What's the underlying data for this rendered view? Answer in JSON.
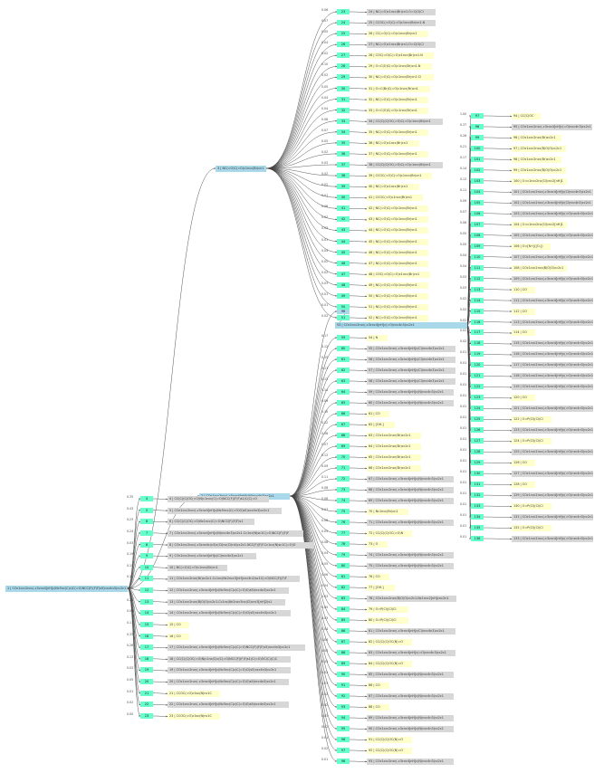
{
  "root_label": "1 | COc1ccc2ncc(-c3cnc4[nH]c(Nc5nc(C)c(C(=O)NCC(F)(F)F)s5)ncc4n3)cc2c1",
  "hub_top_label": "3 | NC(=O)C(=O)c1ncc(Br)cn1",
  "hub_mid_label": "2 | COc1ccc2ncc(-c3cnc4[nH]c(N)ncc4n3)cc2c1",
  "hub_right_label": "53 | COc1ccc2ncc(-c3cnc4[nH]c(=O)ncc4n3)cc2c1",
  "node_96_label": "96",
  "branches": {
    "root": [
      {
        "rxn": "4",
        "mol": "4 | CC(C)(C)OC(=O)N(c1ncc(C(=O)NCC(F)(F)F)s1)C(C)=O",
        "prob": "0.35"
      },
      {
        "rxn": "5",
        "mol": "5 | COc1ccc2ncc(-c3cnc4[nH]c(Nc5ncc(C(=O)O)s5)ncc4n3)cc2c1",
        "prob": "0.43"
      },
      {
        "rxn": "6",
        "mol": "6 | CC(C)(C)OC(=O)Nc1ncc(C(=O)NCC(F)(F)F)s1",
        "prob": "0.23"
      },
      {
        "rxn": "7",
        "mol": "7 | COc1ccc2ncc(-c3cnc4[nH]c(N)ncc4n3)cc2c1.Cc1nc(N)sc1C(=O)NCC(F)(F)F",
        "prob": "0.24"
      },
      {
        "rxn": "8",
        "mol": "8 | COc1ccc2ncc(-c3cnc4c(n3)c(Cl)nc(Cl)n4)cc2c1.NCC(F)(F)F.Cc1nc(N)sc1C(=O)O",
        "prob": "0.03"
      },
      {
        "rxn": "9",
        "mol": "9 | COc1ccc2ncc(-c3cnc4[nH]c(Cl)ncc4n3)cc2c1",
        "prob": "0.19"
      },
      {
        "rxn": "10",
        "mol": "10 | NC(=O)C(=O)c1ncc(Br)cn1",
        "prob": "0.15"
      },
      {
        "rxn": "11",
        "mol": "11 | COc1ccc2ncc(Br)cc2c1.Cc1nc(Nc2ncc3[nH]cnc3n2)sc1C(=O)NCC(F)(F)F",
        "prob": "0.11"
      },
      {
        "rxn": "12",
        "mol": "12 | COc1ccc2ncc(-c3cnc4[nH]c(Nc5nc(C)c(C(=O)O)s5)ncc4n3)cc2c1",
        "prob": "0.22"
      },
      {
        "rxn": "13",
        "mol": "13 | COc1ccc2ncc(B(O)O)cc2c1.Cc1nc(Nc2ncc3nc(Cl)cnc3[nH]2)s1",
        "prob": "0.24"
      },
      {
        "rxn": "14",
        "mol": "14 | COc1ccc2ncc(-c3cnc4[nH]c(Nc5nc(C)c(C(=O)Cl)s5)ncc4n3)cc2c1",
        "prob": "0.09"
      },
      {
        "rxn": "15",
        "mol": "15 | CO",
        "prob": "0.11"
      },
      {
        "rxn": "16",
        "mol": "16 | CO",
        "prob": "0.33"
      },
      {
        "rxn": "17",
        "mol": "17 | COc1ccc2ncc(-c3cnc4[nH]c(Nc5nc(C)c(C(=O)NCC(F)(F)F)s5)ncc4n3)cc2c1",
        "prob": "0.26"
      },
      {
        "rxn": "18",
        "mol": "18 | CC(C)(C)OC(=O)N(c1nc(C)c(C(=O)NCC(F)(F)F)s1)C(=O)OC(C)(C)C",
        "prob": "0.13"
      },
      {
        "rxn": "19",
        "mol": "19 | COc1ccc2ncc(-c3cnc4[nH]c(Nc5nc(C)c(C(=O)Cl)s5)ncc4n3)cc2c1",
        "prob": "0.03"
      },
      {
        "rxn": "20",
        "mol": "20 | COc1ccc2ncc(-c3cnc4[nH]c(Nc5nc(C)c(C(=O)O)s5)ncc4n3)cc2c1",
        "prob": "0.05"
      },
      {
        "rxn": "21",
        "mol": "21 | CCOC(=O)c1sc(N)nc1C",
        "prob": "0.01"
      },
      {
        "rxn": "22",
        "mol": "22 | COc1ccc2ncc(-c3cnc4[nH]c(Nc5nc(C)c(C(=O)O)s5)ncc4n3)cc2c1",
        "prob": "0.02"
      },
      {
        "rxn": "23",
        "mol": "23 | CCOC(=O)c1sc(N)nc1C",
        "prob": "0.00"
      }
    ],
    "top": [
      {
        "rxn": "23",
        "mol": "24 | NC(=O)c1ncc(Br)cn1.O=C(O)Cl",
        "prob": "0.06"
      },
      {
        "rxn": "24",
        "mol": "25 | CCOC(=O)C(=O)c1ncc(Br)cn1.N",
        "prob": "0.07"
      },
      {
        "rxn": "25",
        "mol": "26 | CC(=O)C(=O)c1ncc(Br)cn1",
        "prob": "0.05"
      },
      {
        "rxn": "26",
        "mol": "27 | NC(=O)c1ncc(Br)cn1.O=C(O)Cl",
        "prob": "0.04"
      },
      {
        "rxn": "27",
        "mol": "28 | COC(=O)C(=O)c1ncc(Br)cn1.N",
        "prob": "0.02"
      },
      {
        "rxn": "28",
        "mol": "29 | O=C(O)C(=O)c1ncc(Br)cn1.N",
        "prob": "0.10"
      },
      {
        "rxn": "29",
        "mol": "30 | NC(=O)C(=O)c1ncc(Br)cn1.Cl",
        "prob": "0.02"
      },
      {
        "rxn": "30",
        "mol": "31 | O=C(Br)C(=O)c1ncc(Br)cn1",
        "prob": "0.05"
      },
      {
        "rxn": "31",
        "mol": "32 | NC(=O)C(=O)c1ncc(Br)cn1",
        "prob": "0.04"
      },
      {
        "rxn": "32",
        "mol": "33 | O=C(O)C(=O)c1ncc(Br)cn1",
        "prob": "0.04"
      },
      {
        "rxn": "33",
        "mol": "34 | CC(C)(C)OC(=O)C(=O)c1ncc(Br)cn1",
        "prob": "0.08"
      },
      {
        "rxn": "34",
        "mol": "35 | NC(=O)C(=O)c1ncc(Br)cn1",
        "prob": "0.07"
      },
      {
        "rxn": "35",
        "mol": "36 | NC(=O)c1ncc(Br)cn1",
        "prob": "0.05"
      },
      {
        "rxn": "36",
        "mol": "37 | NC(=O)C(=O)c1ncc(Br)cn1",
        "prob": "0.02"
      },
      {
        "rxn": "37",
        "mol": "38 | CC(C)(C)OC(=O)C(=O)c1ncc(Br)cn1",
        "prob": "0.03"
      },
      {
        "rxn": "38",
        "mol": "39 | CCOC(=O)C(=O)c1ncc(Br)cn1",
        "prob": "0.02"
      },
      {
        "rxn": "39",
        "mol": "40 | NC(=O)c1ncc(Br)cn1",
        "prob": "0.02"
      },
      {
        "rxn": "40",
        "mol": "41 | CCOC(=O)c1ncc(Br)cn1",
        "prob": "0.01"
      },
      {
        "rxn": "41",
        "mol": "42 | NC(=O)C(=O)c1ncc(Br)cn1",
        "prob": "0.06"
      },
      {
        "rxn": "42",
        "mol": "43 | NC(=O)C(=O)c1ncc(Br)cn1",
        "prob": "0.02"
      },
      {
        "rxn": "43",
        "mol": "44 | NC(=O)C(=O)c1ncc(Br)cn1",
        "prob": "0.03"
      },
      {
        "rxn": "44",
        "mol": "45 | NC(=O)C(=O)c1ncc(Br)cn1",
        "prob": "0.01"
      },
      {
        "rxn": "45",
        "mol": "46 | NC(=O)C(=O)c1ncc(Br)cn1",
        "prob": "0.04"
      },
      {
        "rxn": "46",
        "mol": "47 | NC(=O)C(=O)c1ncc(Br)cn1",
        "prob": "0.02"
      },
      {
        "rxn": "47",
        "mol": "48 | COC(=O)C(=O)c1ncc(Br)cn1",
        "prob": "0.02"
      },
      {
        "rxn": "48",
        "mol": "49 | NC(=O)C(=O)c1ncc(Br)cn1",
        "prob": "0.03"
      },
      {
        "rxn": "49",
        "mol": "50 | NC(=O)C(=O)c1ncc(Br)cn1",
        "prob": "0.01"
      },
      {
        "rxn": "50",
        "mol": "51 | NC(=O)C(=O)c1ncc(Br)cn1",
        "prob": "0.01"
      },
      {
        "rxn": "51",
        "mol": "52 | NC(=O)C(=O)c1ncc(Br)cn1",
        "prob": "0.02"
      }
    ],
    "mid": [
      {
        "rxn": "59",
        "mol": "54 | N",
        "prob": "0.17"
      },
      {
        "rxn": "60",
        "mol": "55 | COc1ccc2ncc(-c3cnc4[nH]c(Cl)ncc4n3)cc2c1",
        "prob": "0.12"
      },
      {
        "rxn": "61",
        "mol": "56 | COc1ccc2ncc(-c3cnc4[nH]c(Cl)ncc4n3)cc2c1",
        "prob": "0.15"
      },
      {
        "rxn": "62",
        "mol": "57 | COc1ccc2ncc(-c3cnc4[nH]c(Cl)ncc4n3)cc2c1",
        "prob": "0.11"
      },
      {
        "rxn": "63",
        "mol": "58 | COc1ccc2ncc(-c3cnc4[nH]c(Cl)ncc4n3)cc2c1",
        "prob": "0.13"
      },
      {
        "rxn": "64",
        "mol": "59 | COc1ccc2ncc(-c3cnc4[nH]c(N)ncc4n3)cc2c1",
        "prob": "0.14"
      },
      {
        "rxn": "65",
        "mol": "60 | COc1ccc2ncc(-c3cnc4[nH]c(N)ncc4n3)cc2c1",
        "prob": "0.09"
      },
      {
        "rxn": "66",
        "mol": "61 | CO",
        "prob": "0.10"
      },
      {
        "rxn": "67",
        "mol": "62 | [OH-]",
        "prob": "0.12"
      },
      {
        "rxn": "68",
        "mol": "63 | COc1ccc2ncc(Br)cc2c1",
        "prob": "0.08"
      },
      {
        "rxn": "69",
        "mol": "64 | COc1ccc2ncc(Br)cc2c1",
        "prob": "0.07"
      },
      {
        "rxn": "70",
        "mol": "65 | COc1ccc2ncc(Br)cc2c1",
        "prob": "0.12"
      },
      {
        "rxn": "71",
        "mol": "66 | COc1ccc2ncc(Br)cc2c1",
        "prob": "0.09"
      },
      {
        "rxn": "72",
        "mol": "67 | COc1ccc2ncc(-c3cnc4[nH]c(N)ncc4n3)cc2c1",
        "prob": "0.11"
      },
      {
        "rxn": "73",
        "mol": "68 | COc1ccc2ncc(-c3cnc4[nH]c(N)ncc4n3)cc2c1",
        "prob": "0.08"
      },
      {
        "rxn": "74",
        "mol": "69 | COc1ccc2ncc(-c3cnc4[nH]c(N)ncc4n3)cc2c1",
        "prob": "0.06"
      },
      {
        "rxn": "75",
        "mol": "70 | Nc1ncc(Br)cn1",
        "prob": "0.07"
      },
      {
        "rxn": "76",
        "mol": "71 | COc1ccc2ncc(-c3cnc4[nH]c(N)ncc4n3)cc2c1",
        "prob": "0.06"
      },
      {
        "rxn": "77",
        "mol": "72 | CC(C)(C)OC(=O)N",
        "prob": "0.05"
      },
      {
        "rxn": "78",
        "mol": "73 | O",
        "prob": "0.08"
      },
      {
        "rxn": "79",
        "mol": "74 | COc1ccc2ncc(-c3cnc4[nH]c(N)ncc4n3)cc2c1",
        "prob": "0.04"
      },
      {
        "rxn": "80",
        "mol": "75 | COc1ccc2ncc(-c3cnc4[nH]c(N)ncc4n3)cc2c1",
        "prob": "0.05"
      },
      {
        "rxn": "81",
        "mol": "76 | CO",
        "prob": "0.06"
      },
      {
        "rxn": "82",
        "mol": "77 | [OH-]",
        "prob": "0.04"
      },
      {
        "rxn": "83",
        "mol": "78 | COc1ccc2ncc(B(O)O)cc2c1.Nc1ncc2[nH]cnc2n1",
        "prob": "0.03"
      },
      {
        "rxn": "84",
        "mol": "79 | O=P(Cl)(Cl)Cl",
        "prob": "0.05"
      },
      {
        "rxn": "85",
        "mol": "80 | O=P(Cl)(Cl)Cl",
        "prob": "0.03"
      },
      {
        "rxn": "86",
        "mol": "81 | COc1ccc2ncc(-c3cnc4[nH]c(Cl)ncc4n3)cc2c1",
        "prob": "0.04"
      },
      {
        "rxn": "87",
        "mol": "82 | CC(C)(C)OC(N)=O",
        "prob": "0.04"
      },
      {
        "rxn": "88",
        "mol": "83 | COc1ccc2ncc(-c3cnc4[nH]c(=O)ncc4n3)cc2c1",
        "prob": "0.03"
      },
      {
        "rxn": "89",
        "mol": "84 | CC(C)(C)OC(N)=O",
        "prob": "0.03"
      },
      {
        "rxn": "90",
        "mol": "85 | COc1ccc2ncc(-c3cnc4[nH]c(N)ncc4n3)cc2c1",
        "prob": "0.02"
      },
      {
        "rxn": "91",
        "mol": "86 | CO",
        "prob": "0.03"
      },
      {
        "rxn": "92",
        "mol": "87 | COc1ccc2ncc(-c3cnc4[nH]c(N)ncc4n3)cc2c1",
        "prob": "0.02"
      },
      {
        "rxn": "93",
        "mol": "88 | CO",
        "prob": "0.02"
      },
      {
        "rxn": "94",
        "mol": "89 | COc1ccc2ncc(-c3cnc4[nH]c(N)ncc4n3)cc2c1",
        "prob": "0.03"
      },
      {
        "rxn": "95",
        "mol": "90 | COc1ccc2ncc(-c3cnc4[nH]c(N)ncc4n3)cc2c1",
        "prob": "0.02"
      },
      {
        "rxn": "96",
        "mol": "91 | CC(C)(C)OC(N)=O",
        "prob": "0.01"
      },
      {
        "rxn": "97",
        "mol": "92 | CC(C)(C)OC(N)=O",
        "prob": "0.02"
      },
      {
        "rxn": "98",
        "mol": "93 | COc1ccc2ncc(-c3cnc4[nH]c(N)ncc4n3)cc2c1",
        "prob": "0.01"
      }
    ],
    "right": [
      {
        "rxn": "97",
        "mol": "94 | CC(C)OC",
        "prob": "1.00"
      },
      {
        "rxn": "98",
        "mol": "95 | COc1ccc2ncc(-c3cnc4[nH]c(=O)ncc4n3)cc2c1",
        "prob": "0.37"
      },
      {
        "rxn": "99",
        "mol": "96 | COc1ccc2ncc(Br)cc2c1",
        "prob": "0.28"
      },
      {
        "rxn": "100",
        "mol": "97 | COc1ccc2ncc(B(O)O)cc2c1",
        "prob": "0.21"
      },
      {
        "rxn": "101",
        "mol": "98 | COc1ccc2ncc(Br)cc2c1",
        "prob": "0.17"
      },
      {
        "rxn": "102",
        "mol": "99 | COc1ccc2ncc(B(O)O)cc2c1",
        "prob": "0.14"
      },
      {
        "rxn": "103",
        "mol": "100 | O=c1ncc2nc(Cl)cnc2[nH]1",
        "prob": "0.12"
      },
      {
        "rxn": "104",
        "mol": "101 | COc1ccc2ncc(-c3cnc4[nH]c(Cl)ncc4n3)cc2c1",
        "prob": "0.11"
      },
      {
        "rxn": "105",
        "mol": "102 | COc1ccc2ncc(-c3cnc4[nH]c(Cl)ncc4n3)cc2c1",
        "prob": "0.09"
      },
      {
        "rxn": "106",
        "mol": "103 | COc1ccc2ncc(-c3cnc4[nH]c(=O)ncc4n3)cc2c1",
        "prob": "0.07"
      },
      {
        "rxn": "107",
        "mol": "104 | O=c1ncc2nc(Cl)cnc2[nH]1",
        "prob": "0.06"
      },
      {
        "rxn": "108",
        "mol": "105 | COc1ccc2ncc(-c3cnc4[nH]c(=O)ncc4n3)cc2c1",
        "prob": "0.05"
      },
      {
        "rxn": "109",
        "mol": "106 | O=[N+]([O-])",
        "prob": "0.05"
      },
      {
        "rxn": "110",
        "mol": "107 | COc1ccc2ncc(-c3cnc4[nH]c(=O)ncc4n3)cc2c1",
        "prob": "0.04"
      },
      {
        "rxn": "111",
        "mol": "108 | COc1ccc2ncc(B(O)O)cc2c1",
        "prob": "0.04"
      },
      {
        "rxn": "112",
        "mol": "109 | COc1ccc2ncc(-c3cnc4[nH]c(=O)ncc4n3)cc2c1",
        "prob": "0.03"
      },
      {
        "rxn": "113",
        "mol": "110 | CO",
        "prob": "0.03"
      },
      {
        "rxn": "114",
        "mol": "111 | COc1ccc2ncc(-c3cnc4[nH]c(=O)ncc4n3)cc2c1",
        "prob": "0.02"
      },
      {
        "rxn": "115",
        "mol": "112 | CO",
        "prob": "0.02"
      },
      {
        "rxn": "116",
        "mol": "113 | COc1ccc2ncc(-c3cnc4[nH]c(=O)ncc4n3)cc2c1",
        "prob": "0.02"
      },
      {
        "rxn": "117",
        "mol": "114 | CO",
        "prob": "0.02"
      },
      {
        "rxn": "118",
        "mol": "115 | COc1ccc2ncc(-c3cnc4[nH]c(=O)ncc4n3)cc2c1",
        "prob": "0.02"
      },
      {
        "rxn": "119",
        "mol": "116 | COc1ccc2ncc(-c3cnc4[nH]c(=O)ncc4n3)cc2c1",
        "prob": "0.01"
      },
      {
        "rxn": "120",
        "mol": "117 | COc1ccc2ncc(-c3cnc4[nH]c(=O)ncc4n3)cc2c1",
        "prob": "0.01"
      },
      {
        "rxn": "121",
        "mol": "118 | COc1ccc2ncc(-c3cnc4[nH]c(=O)ncc4n3)cc2c1",
        "prob": "0.01"
      },
      {
        "rxn": "122",
        "mol": "119 | COc1ccc2ncc(-c3cnc4[nH]c(=O)ncc4n3)cc2c1",
        "prob": "0.01"
      },
      {
        "rxn": "123",
        "mol": "120 | CO",
        "prob": "0.01"
      },
      {
        "rxn": "124",
        "mol": "121 | COc1ccc2ncc(-c3cnc4[nH]c(=O)ncc4n3)cc2c1",
        "prob": "0.01"
      },
      {
        "rxn": "125",
        "mol": "122 | O=P(Cl)(Cl)Cl",
        "prob": "0.01"
      },
      {
        "rxn": "126",
        "mol": "123 | COc1ccc2ncc(-c3cnc4[nH]c(=O)ncc4n3)cc2c1",
        "prob": "0.01"
      },
      {
        "rxn": "127",
        "mol": "124 | O=P(Cl)(Cl)Cl",
        "prob": "0.01"
      },
      {
        "rxn": "128",
        "mol": "125 | COc1ccc2ncc(-c3cnc4[nH]c(=O)ncc4n3)cc2c1",
        "prob": "0.01"
      },
      {
        "rxn": "129",
        "mol": "126 | CO",
        "prob": "0.01"
      },
      {
        "rxn": "130",
        "mol": "127 | COc1ccc2ncc(-c3cnc4[nH]c(=O)ncc4n3)cc2c1",
        "prob": "0.01"
      },
      {
        "rxn": "131",
        "mol": "128 | CO",
        "prob": "0.01"
      },
      {
        "rxn": "132",
        "mol": "129 | COc1ccc2ncc(-c3cnc4[nH]c(=O)ncc4n3)cc2c1",
        "prob": "0.01"
      },
      {
        "rxn": "133",
        "mol": "130 | O=P(Cl)(Cl)Cl",
        "prob": "0.01"
      },
      {
        "rxn": "134",
        "mol": "131 | COc1ccc2ncc(-c3cnc4[nH]c(=O)ncc4n3)cc2c1",
        "prob": "0.01"
      },
      {
        "rxn": "135",
        "mol": "132 | O=P(Cl)(Cl)Cl",
        "prob": "0.01"
      },
      {
        "rxn": "136",
        "mol": "133 | COc1ccc2ncc(-c3cnc4[nH]c(=O)ncc4n3)cc2c1",
        "prob": "0.01"
      }
    ]
  },
  "colors": {
    "root": "#a8d8ea",
    "rxn": "#66ffcc",
    "mol": "#d7d7d7",
    "stock": "#ffffcc",
    "edge": "#444444"
  }
}
